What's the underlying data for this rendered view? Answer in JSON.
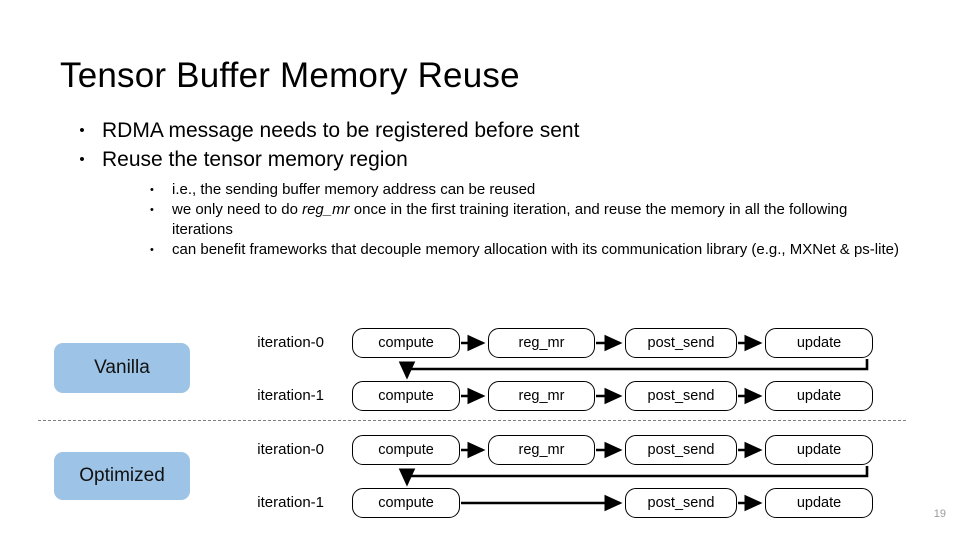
{
  "slide": {
    "title": "Tensor Buffer Memory Reuse",
    "number": "19"
  },
  "bullets": [
    {
      "marker": "•",
      "text": "RDMA message needs to be registered before sent"
    },
    {
      "marker": "•",
      "text": "Reuse the tensor memory region"
    }
  ],
  "subbullets": [
    {
      "marker": "•",
      "pre": "i.e., the sending buffer memory address can be reused",
      "em": "",
      "post": ""
    },
    {
      "marker": "•",
      "pre": "we only need to do ",
      "em": "reg_mr",
      "post": " once in the first training iteration, and reuse the memory in all the following iterations"
    },
    {
      "marker": "•",
      "pre": "can benefit frameworks that decouple memory allocation with its communication library (e.g., MXNet & ps-lite)",
      "em": "",
      "post": ""
    }
  ],
  "diagram": {
    "accent_color": "#9DC3E6",
    "divider_color": "#808080",
    "groups": [
      {
        "name": "Vanilla",
        "label": "Vanilla",
        "rows": [
          {
            "iteration_label": "iteration-0",
            "stages": [
              "compute",
              "reg_mr",
              "post_send",
              "update"
            ]
          },
          {
            "iteration_label": "iteration-1",
            "stages": [
              "compute",
              "reg_mr",
              "post_send",
              "update"
            ]
          }
        ]
      },
      {
        "name": "Optimized",
        "label": "Optimized",
        "rows": [
          {
            "iteration_label": "iteration-0",
            "stages": [
              "compute",
              "reg_mr",
              "post_send",
              "update"
            ]
          },
          {
            "iteration_label": "iteration-1",
            "stages": [
              "compute",
              "post_send",
              "update"
            ]
          }
        ]
      }
    ]
  }
}
